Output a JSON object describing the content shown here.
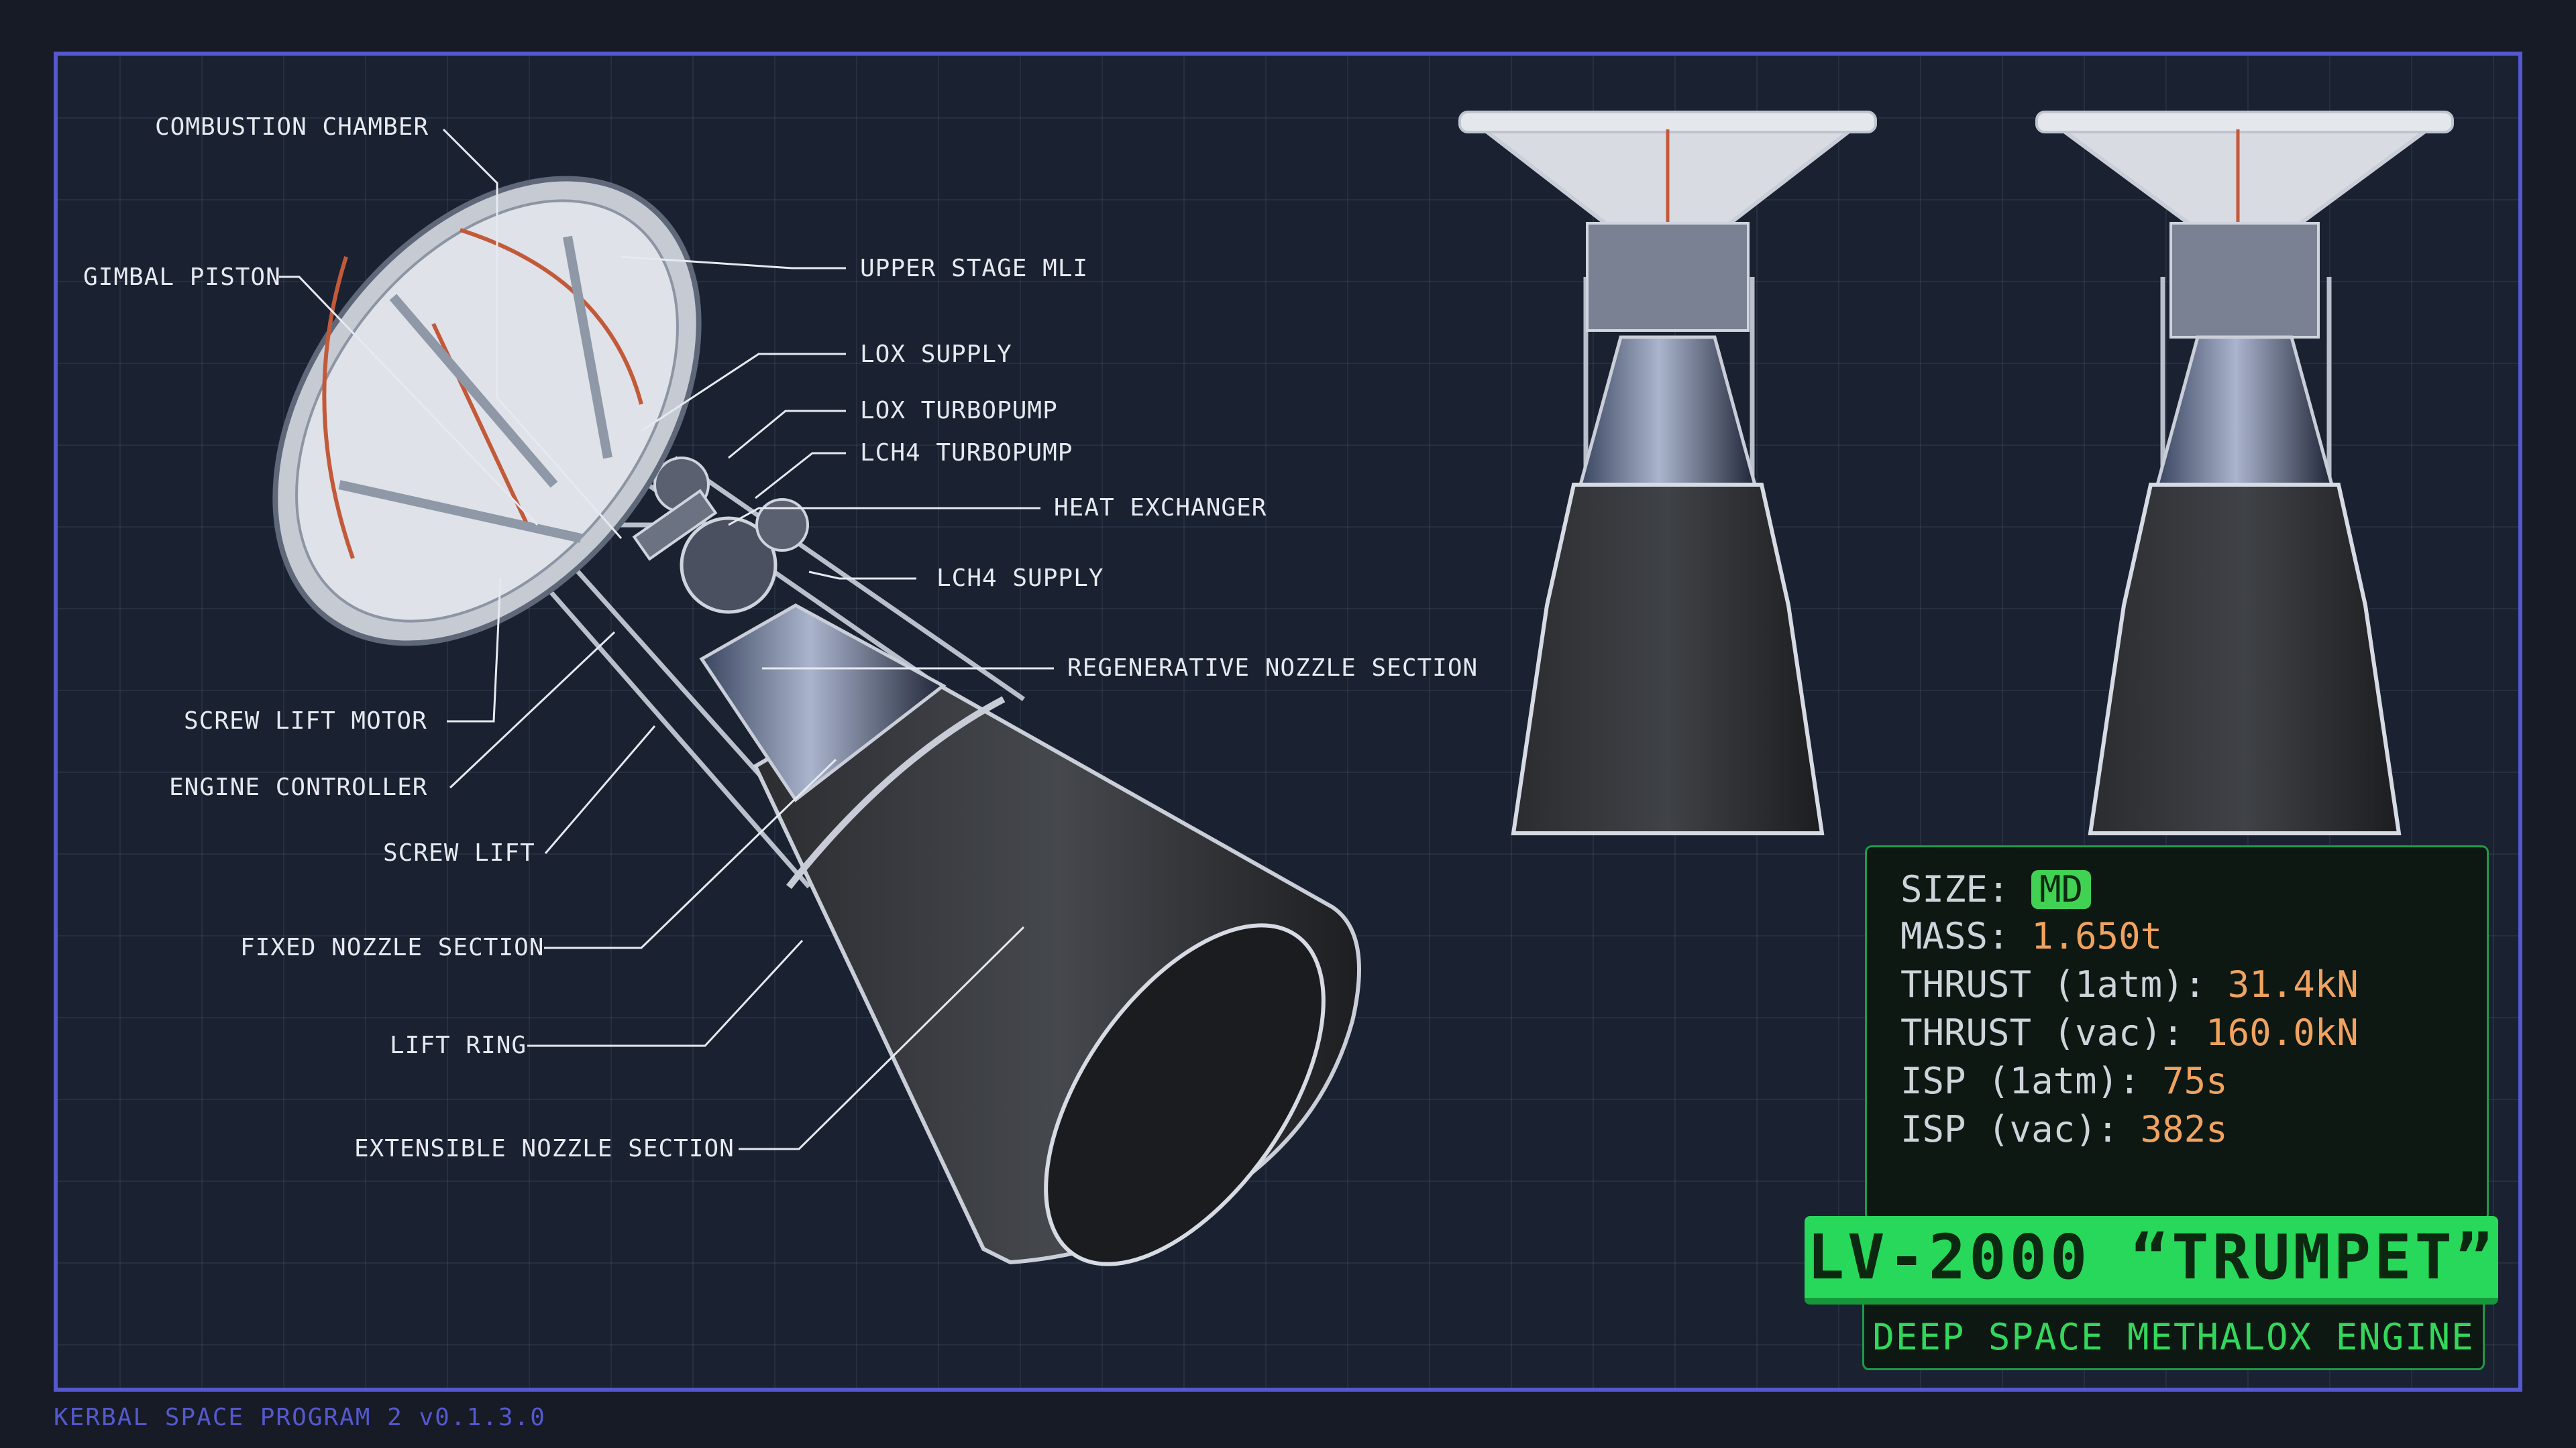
{
  "callouts": {
    "combustion_chamber": "COMBUSTION CHAMBER",
    "gimbal_piston": "GIMBAL PISTON",
    "upper_stage_mli": "UPPER STAGE MLI",
    "lox_supply": "LOX SUPPLY",
    "lox_turbopump": "LOX TURBOPUMP",
    "lch4_turbopump": "LCH4 TURBOPUMP",
    "heat_exchanger": "HEAT EXCHANGER",
    "lch4_supply": "LCH4 SUPPLY",
    "regenerative_nozzle_section": "REGENERATIVE NOZZLE SECTION",
    "screw_lift_motor": "SCREW LIFT MOTOR",
    "engine_controller": "ENGINE CONTROLLER",
    "screw_lift": "SCREW LIFT",
    "fixed_nozzle_section": "FIXED NOZZLE SECTION",
    "lift_ring": "LIFT RING",
    "extensible_nozzle_section": "EXTENSIBLE NOZZLE SECTION"
  },
  "stats": {
    "size_label": "SIZE:",
    "size_value": "MD",
    "mass_label": "MASS:",
    "mass_value": "1.650t",
    "thrust_atm_label": "THRUST (1atm):",
    "thrust_atm_value": "31.4kN",
    "thrust_vac_label": "THRUST (vac):",
    "thrust_vac_value": "160.0kN",
    "isp_atm_label": "ISP (1atm):",
    "isp_atm_value": "75s",
    "isp_vac_label": "ISP (vac):",
    "isp_vac_value": "382s"
  },
  "engine": {
    "title": "LV-2000 “TRUMPET”",
    "subtitle": "DEEP SPACE METHALOX ENGINE"
  },
  "footer": {
    "version": "KERBAL SPACE PROGRAM 2 v0.1.3.0"
  },
  "colors": {
    "frame_border": "#5558cf",
    "accent_green": "#27d85a",
    "value_orange": "#f1a35d"
  }
}
